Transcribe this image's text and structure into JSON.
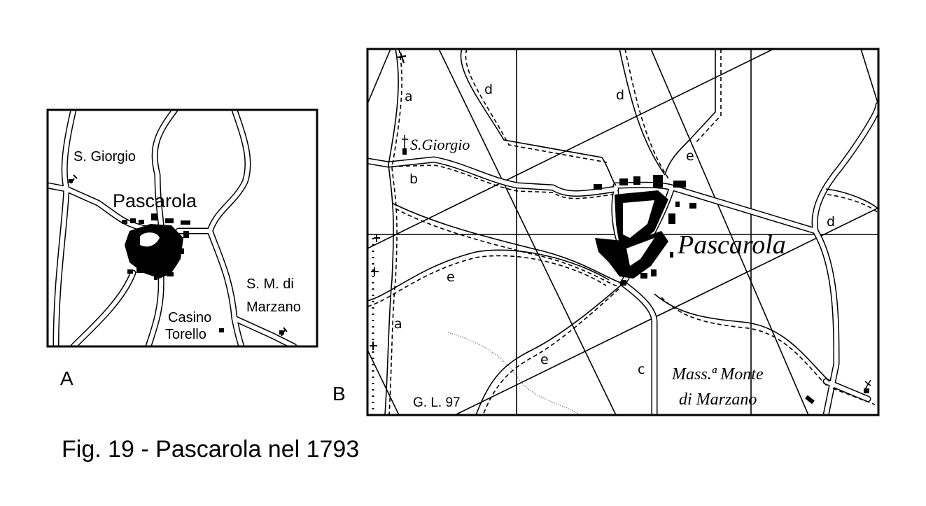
{
  "figure": {
    "caption": "Fig. 19 - Pascarola nel 1793",
    "panel_a": {
      "label": "A",
      "places": {
        "s_giorgio": "S. Giorgio",
        "pascarola": "Pascarola",
        "sm_line1": "S. M. di",
        "sm_line2": "Marzano",
        "casino_line1": "Casino",
        "casino_line2": "Torello"
      }
    },
    "panel_b": {
      "label": "B",
      "places": {
        "s_giorgio": "S.Giorgio",
        "pascarola": "Pascarola",
        "mass_line1": "Mass.ª Monte",
        "mass_line2": "di Marzano",
        "gl": "G. L. 97"
      },
      "road_letters": [
        "a",
        "d",
        "d",
        "e",
        "b",
        "d",
        "e",
        "a",
        "e",
        "c"
      ]
    }
  }
}
